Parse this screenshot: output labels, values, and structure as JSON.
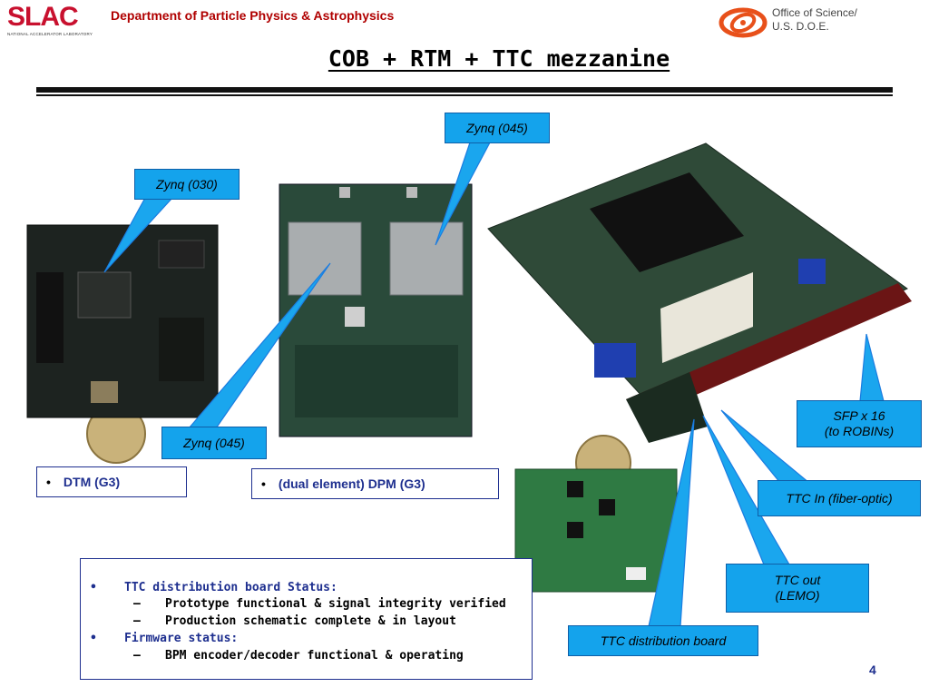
{
  "header": {
    "logo_word": "SLAC",
    "logo_subtitle": "NATIONAL ACCELERATOR LABORATORY",
    "department": "Department of Particle Physics & Astrophysics",
    "doe_line1": "Office of Science/",
    "doe_line2": "U.S. D.O.E."
  },
  "title": "COB + RTM + TTC mezzanine",
  "callouts": {
    "dtm_zynq": "Zynq (030)",
    "dpm_zynq_bottom": "Zynq (045)",
    "dpm_zynq_top": "Zynq (045)",
    "sfp_line1": "SFP x 16",
    "sfp_line2": "(to ROBINs)",
    "ttc_in": "TTC In (fiber-optic)",
    "ttc_out_line1": "TTC out",
    "ttc_out_line2": "(LEMO)",
    "ttc_board": "TTC distribution board"
  },
  "bullets": {
    "dtm_marker": "•",
    "dtm": "DTM (G3)",
    "dpm_marker": "•",
    "dpm": "(dual element) DPM (G3)"
  },
  "status": {
    "items": [
      {
        "marker": "•",
        "text": "TTC distribution board Status:"
      },
      {
        "marker": "–",
        "text": "Prototype functional & signal integrity verified"
      },
      {
        "marker": "–",
        "text": "Production schematic complete & in layout"
      },
      {
        "marker": "•",
        "text": "Firmware status:"
      },
      {
        "marker": "–",
        "text": "BPM encoder/decoder functional & operating"
      }
    ]
  },
  "page_number": "4",
  "colors": {
    "slac_red": "#c8102e",
    "dept_red": "#b00000",
    "callout_blue": "#14a3ec",
    "navy_text": "#1e2f8f"
  }
}
